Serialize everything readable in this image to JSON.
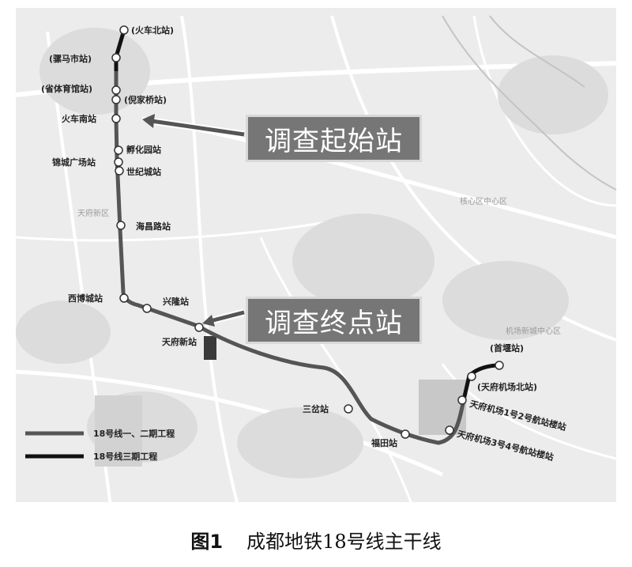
{
  "map": {
    "stations": {
      "huochebei": "(火车北站)",
      "jumashi": "(骡马市站)",
      "shengtiyuguan": "(省体育馆站)",
      "nijiaqiao": "(倪家桥站)",
      "huochenan": "火车南站",
      "fuhuayuan": "孵化园站",
      "jinchengguangchang": "锦城广场站",
      "shijicheng": "世纪城站",
      "haichanglu": "海昌路站",
      "xibocheng": "西博城站",
      "xinglong": "兴隆站",
      "tianfuxin": "天府新站",
      "sancha": "三岔站",
      "fuzhou": "福田站",
      "shouzhan": "(首堰站)",
      "airport_north": "(天府机场北站)",
      "airport_t12": "天府机场1号2号航站楼站",
      "airport_t34": "天府机场3号4号航站楼站"
    },
    "background_labels": {
      "tianfu_new_area": "天府新区",
      "district_center": "核心区中心区",
      "airport_center": "机场新城中心区"
    },
    "callouts": {
      "start": "调查起始站",
      "end": "调查终点站"
    },
    "legend": {
      "phase12": "18号线一、二期工程",
      "phase3": "18号线三期工程"
    }
  },
  "caption": {
    "figure_number": "图1",
    "title": "成都地铁18号线主干线"
  },
  "colors": {
    "line_phase12": "#555555",
    "line_phase3": "#111111",
    "callout_bg": "#767676",
    "map_bg": "#ededed"
  }
}
